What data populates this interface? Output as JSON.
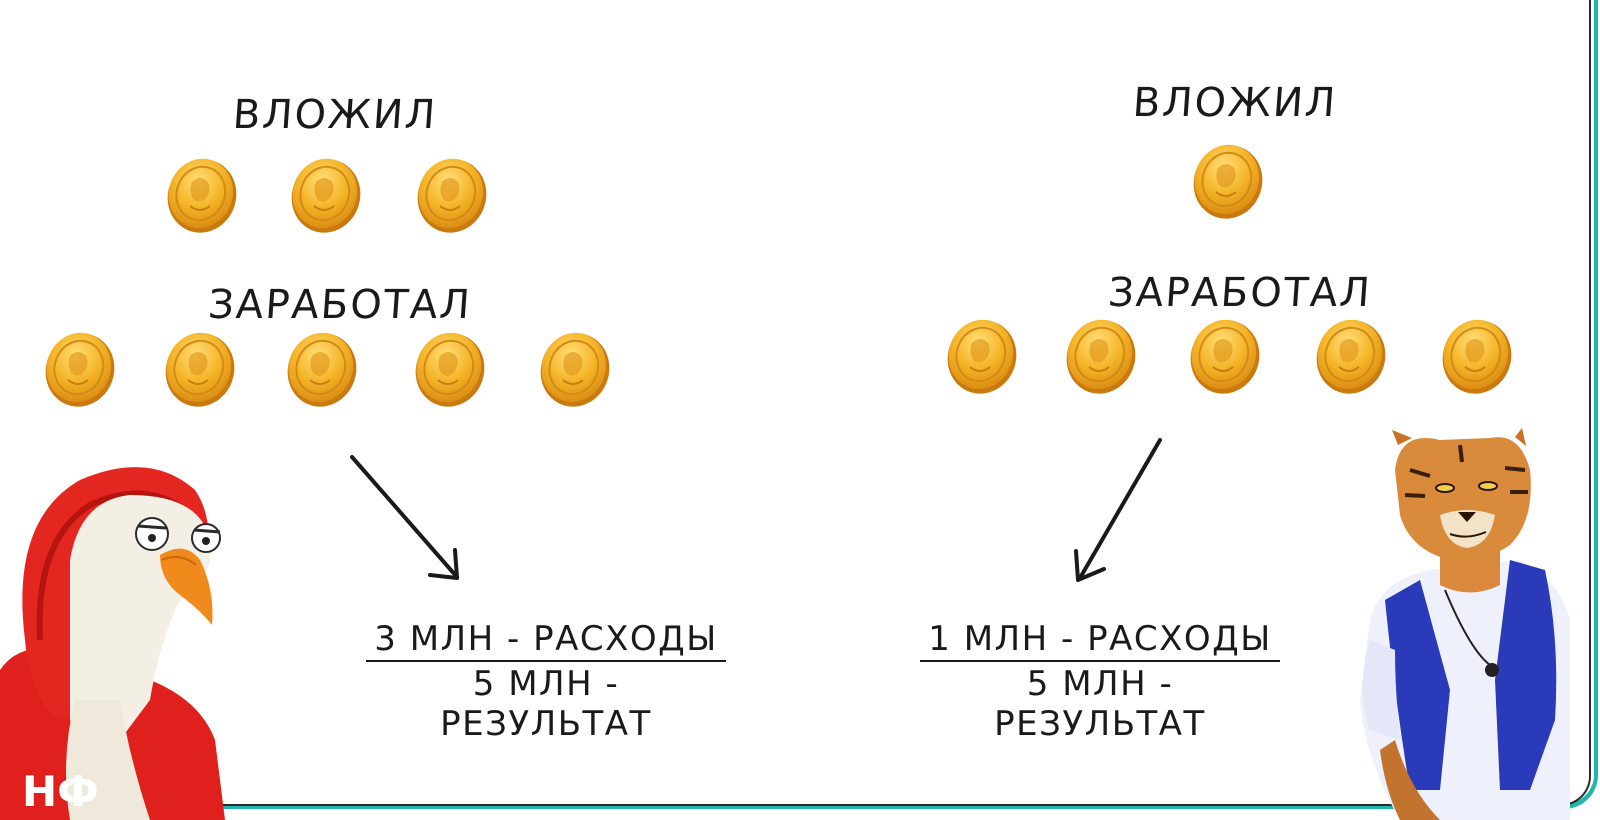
{
  "left": {
    "invested_label": "ВЛОЖИЛ",
    "earned_label": "ЗАРАБОТАЛ",
    "invested_coins": 3,
    "earned_coins": 5,
    "formula": {
      "numerator": "3 МЛН - РАСХОДЫ",
      "denominator": "5 МЛН - РЕЗУЛЬТАТ"
    },
    "character": "goose",
    "hoodie_logo": "НФ"
  },
  "right": {
    "invested_label": "ВЛОЖИЛ",
    "earned_label": "ЗАРАБОТАЛ",
    "invested_coins": 1,
    "earned_coins": 5,
    "formula": {
      "numerator": "1 МЛН - РАСХОДЫ",
      "denominator": "5 МЛН - РЕЗУЛЬТАТ"
    },
    "character": "tiger"
  },
  "colors": {
    "coin": "#f0b01e",
    "coin_dark": "#d98a12",
    "frame_accent": "#1fb5b0",
    "hoodie": "#e0201c",
    "vest": "#2a3ab8"
  }
}
